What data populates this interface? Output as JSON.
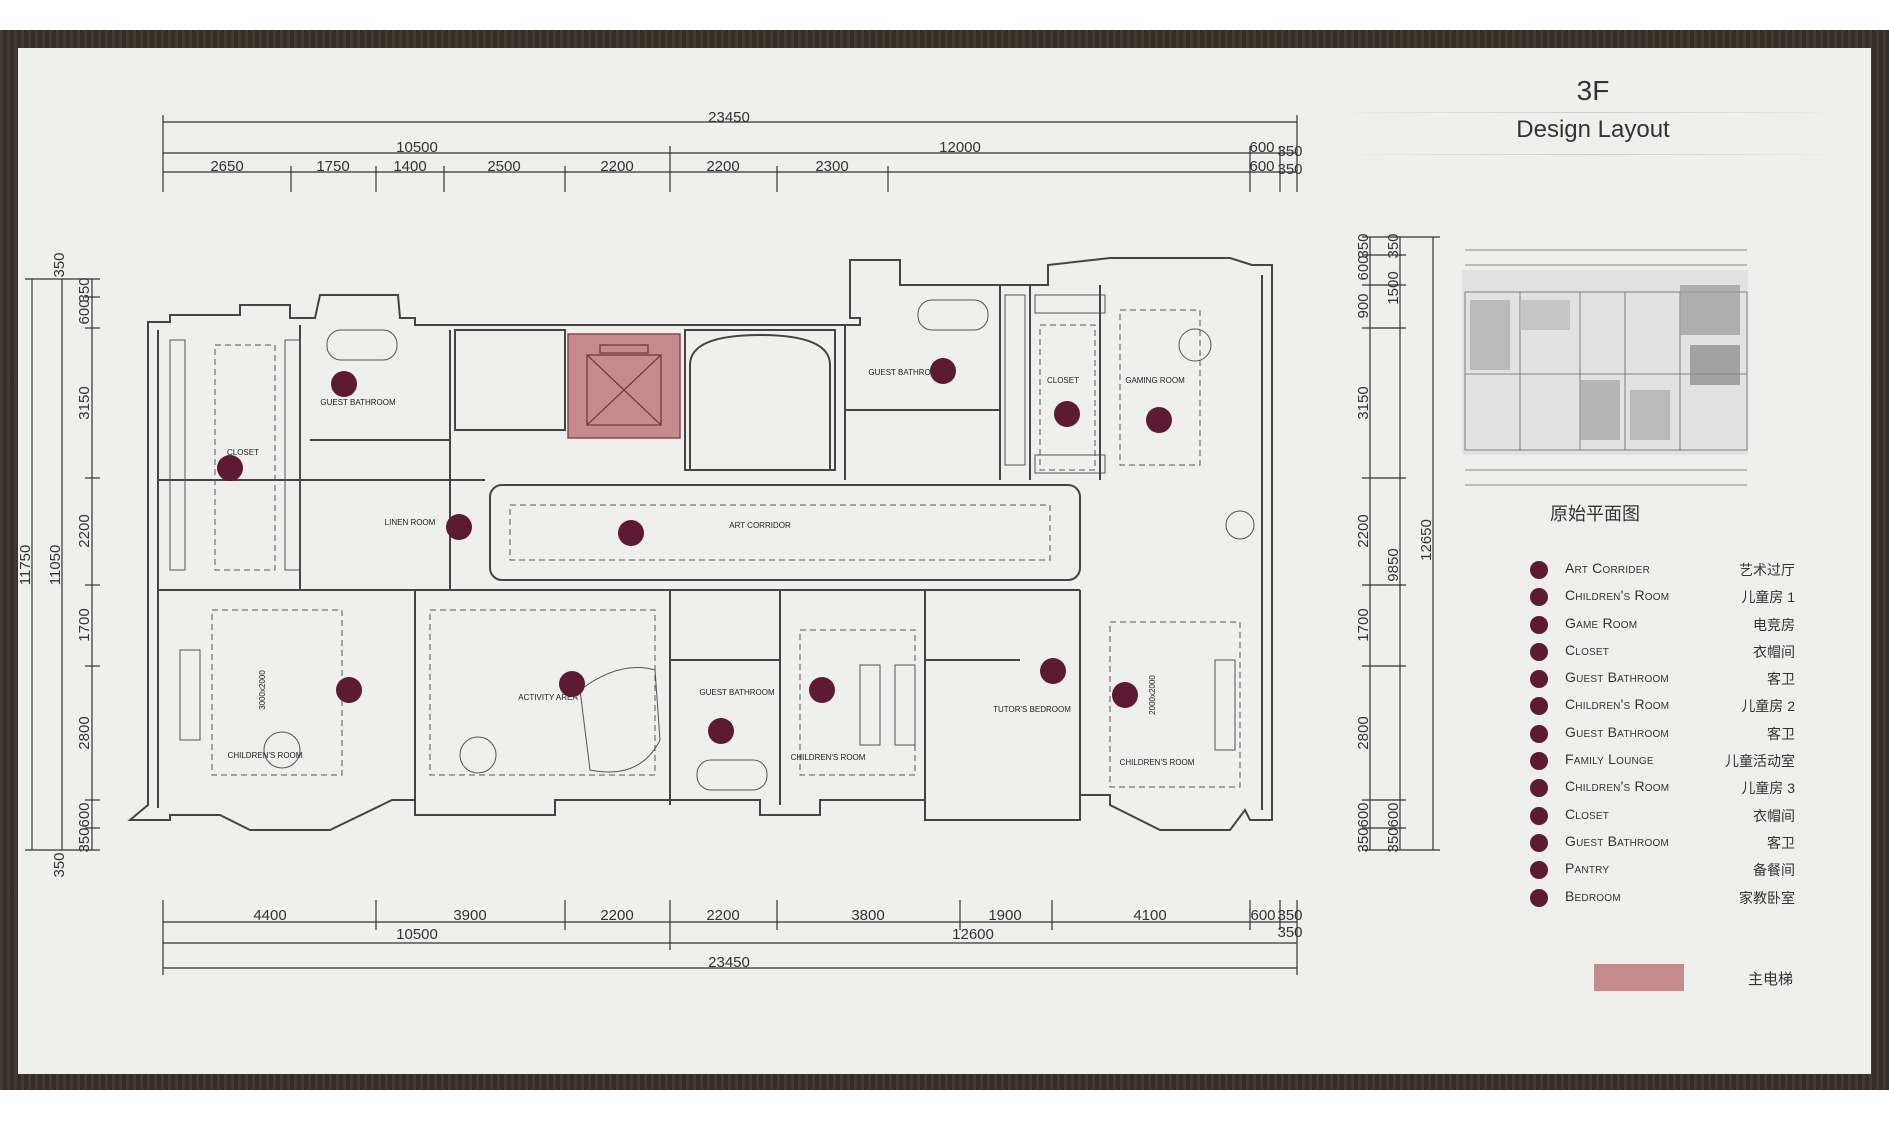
{
  "title": "3F",
  "subtitle": "Design Layout",
  "thumbnail_caption": "原始平面图",
  "elevator_label": "主电梯",
  "colors": {
    "marker": "#5c1a33",
    "elevator": "#c48a8e",
    "paper": "#efefee",
    "frame": "#3a3028"
  },
  "dimensions": {
    "top_total": "23450",
    "top_sub": [
      "10500",
      "12000",
      "600",
      "350"
    ],
    "top_detail": [
      "2650",
      "1750",
      "1400",
      "2500",
      "2200",
      "2200",
      "2300",
      "600",
      "350"
    ],
    "bottom_detail": [
      "4400",
      "3900",
      "2200",
      "2200",
      "3800",
      "1900",
      "4100",
      "600",
      "350"
    ],
    "bottom_sub": [
      "10500",
      "12600",
      "350"
    ],
    "bottom_total": "23450",
    "left_outer": "11750",
    "left_mid": "11050",
    "left_detail": [
      "350",
      "600",
      "350",
      "3150",
      "2200",
      "1700",
      "2800",
      "600",
      "350",
      "350"
    ],
    "right_outer": "12650",
    "right_mid": "9850",
    "right_top": [
      "350",
      "600",
      "900",
      "1500",
      "350"
    ],
    "right_detail": [
      "3150",
      "2200",
      "1700",
      "2800",
      "600",
      "350",
      "600",
      "350"
    ]
  },
  "rooms": {
    "closet_left": "CLOSET",
    "guest_bath_1": "GUEST BATHROOM",
    "linen": "LINEN ROOM",
    "art_corridor": "ART CORRIDOR",
    "guest_bath_2": "GUEST BATHROOM",
    "closet_right": "CLOSET",
    "gaming": "GAMING ROOM",
    "children_1": "CHILDREN'S ROOM",
    "activity": "ACTIVITY AREA",
    "guest_bath_3": "GUEST BATHROOM",
    "children_2": "CHILDREN'S ROOM",
    "tutor": "TUTOR'S BEDROOM",
    "children_3": "CHILDREN'S ROOM",
    "bed_size_1": "3000x2000",
    "bed_size_2": "2000x2000"
  },
  "legend": [
    {
      "en": "Art Corrider",
      "cn": "艺术过厅"
    },
    {
      "en": "Children's Room",
      "cn": "儿童房 1"
    },
    {
      "en": "Game Room",
      "cn": "电竞房"
    },
    {
      "en": "Closet",
      "cn": "衣帽间"
    },
    {
      "en": "Guest Bathroom",
      "cn": "客卫"
    },
    {
      "en": "Children's Room",
      "cn": "儿童房 2"
    },
    {
      "en": "Guest Bathroom",
      "cn": "客卫"
    },
    {
      "en": "Family Lounge",
      "cn": "儿童活动室"
    },
    {
      "en": "Children's Room",
      "cn": "儿童房 3"
    },
    {
      "en": "Closet",
      "cn": "衣帽间"
    },
    {
      "en": "Guest Bathroom",
      "cn": "客卫"
    },
    {
      "en": "Pantry",
      "cn": "备餐间"
    },
    {
      "en": "Bedroom",
      "cn": "家教卧室"
    }
  ]
}
